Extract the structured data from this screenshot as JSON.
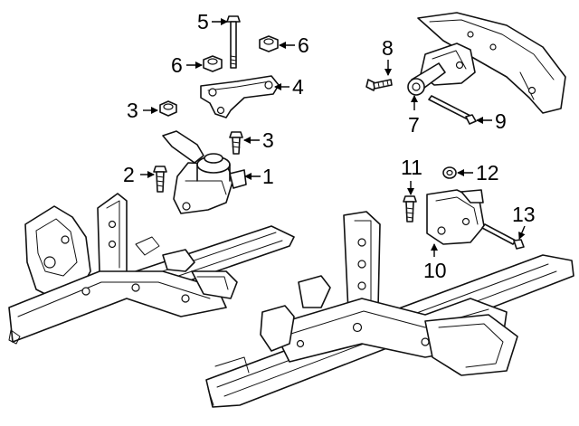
{
  "callouts": [
    {
      "id": "1",
      "label": "1"
    },
    {
      "id": "2",
      "label": "2"
    },
    {
      "id": "3a",
      "label": "3"
    },
    {
      "id": "3b",
      "label": "3"
    },
    {
      "id": "4",
      "label": "4"
    },
    {
      "id": "5",
      "label": "5"
    },
    {
      "id": "6a",
      "label": "6"
    },
    {
      "id": "6b",
      "label": "6"
    },
    {
      "id": "7",
      "label": "7"
    },
    {
      "id": "8",
      "label": "8"
    },
    {
      "id": "9",
      "label": "9"
    },
    {
      "id": "10",
      "label": "10"
    },
    {
      "id": "11",
      "label": "11"
    },
    {
      "id": "12",
      "label": "12"
    },
    {
      "id": "13",
      "label": "13"
    }
  ]
}
